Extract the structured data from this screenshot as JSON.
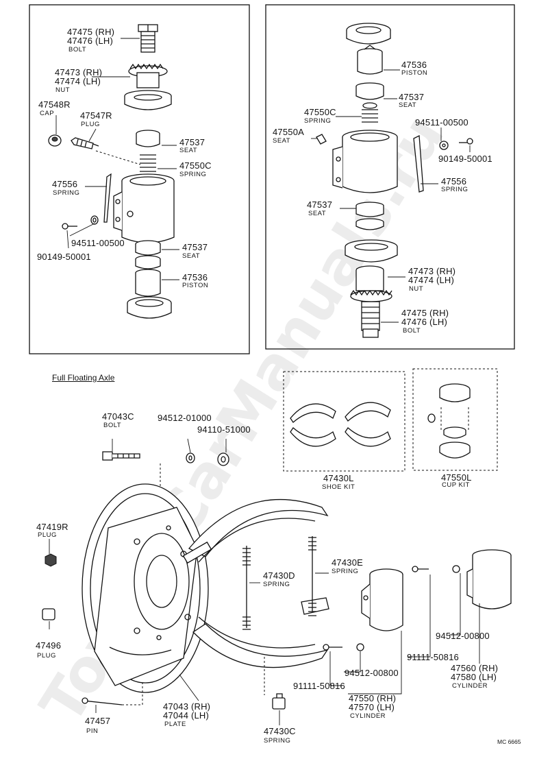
{
  "watermark": "ToyotaCarManuals.ru",
  "section_title": "Full Floating Axle",
  "figure_code": "MC 6665",
  "labels": {
    "l_47475_rh": "47475 (RH)",
    "l_47476_lh": "47476 (LH)",
    "l_bolt_a": "BOLT",
    "l_47473_rh": "47473 (RH)",
    "l_47474_lh": "47474 (LH)",
    "l_nut_a": "NUT",
    "l_47548r": "47548R",
    "l_cap": "CAP",
    "l_47547r": "47547R",
    "l_plug_a": "PLUG",
    "l_47537_a": "47537",
    "l_seat_a": "SEAT",
    "l_47550c_a": "47550C",
    "l_spring_a": "SPRING",
    "l_47556_a": "47556",
    "l_spring_b": "SPRING",
    "l_94511_a": "94511-00500",
    "l_90149_a": "90149-50001",
    "l_47537_b": "47537",
    "l_seat_b": "SEAT",
    "l_47536_a": "47536",
    "l_piston_a": "PISTON",
    "r_47536": "47536",
    "r_piston": "PISTON",
    "r_47537_a": "47537",
    "r_seat_a": "SEAT",
    "r_47550c": "47550C",
    "r_spring_a": "SPRING",
    "r_47550a": "47550A",
    "r_seat_b": "SEAT",
    "r_94511": "94511-00500",
    "r_90149": "90149-50001",
    "r_47556": "47556",
    "r_spring_b": "SPRING",
    "r_47537_b": "47537",
    "r_seat_c": "SEAT",
    "r_47473_rh": "47473 (RH)",
    "r_47474_lh": "47474 (LH)",
    "r_nut": "NUT",
    "r_47475_rh": "47475 (RH)",
    "r_47476_lh": "47476 (LH)",
    "r_bolt": "BOLT",
    "b_47043c": "47043C",
    "b_bolt": "BOLT",
    "b_94512_01000": "94512-01000",
    "b_94110": "94110-51000",
    "b_47430l": "47430L",
    "b_shoe_kit": "SHOE KIT",
    "b_47550l": "47550L",
    "b_cup_kit": "CUP KIT",
    "b_47419r": "47419R",
    "b_plug_a": "PLUG",
    "b_47430e": "47430E",
    "b_spring_e": "SPRING",
    "b_47430d": "47430D",
    "b_spring_d": "SPRING",
    "b_47496": "47496",
    "b_plug_b": "PLUG",
    "b_94512_00800_r": "94512-00800",
    "b_91111_r": "91111-50816",
    "b_47560_rh": "47560 (RH)",
    "b_47580_lh": "47580 (LH)",
    "b_cylinder_r": "CYLINDER",
    "b_94512_00800_m": "94512-00800",
    "b_91111_m": "91111-50816",
    "b_47550_rh": "47550 (RH)",
    "b_47570_lh": "47570 (LH)",
    "b_cylinder_m": "CYLINDER",
    "b_47043_rh": "47043 (RH)",
    "b_47044_lh": "47044 (LH)",
    "b_plate": "PLATE",
    "b_47457": "47457",
    "b_pin": "PIN",
    "b_47430c": "47430C",
    "b_spring_c": "SPRING"
  }
}
